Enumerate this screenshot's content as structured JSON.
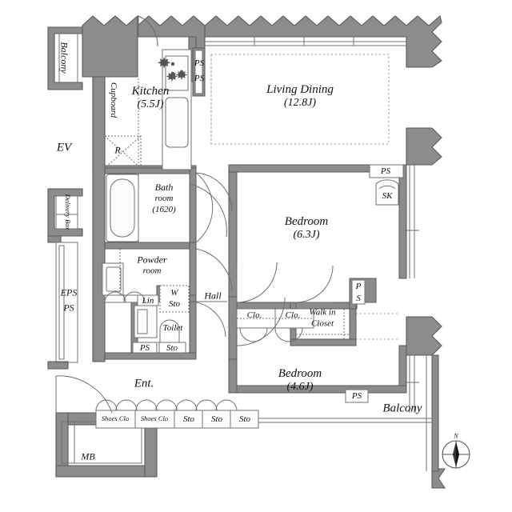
{
  "document": {
    "type": "floor-plan",
    "title": "Apartment Floor Plan",
    "unit_suffix": "J",
    "compass": {
      "label": "N",
      "name": "north-compass"
    }
  },
  "colors": {
    "wall_fill": "#8c8c8c",
    "wall_stroke": "#5a5a5a",
    "thin_line": "#707070",
    "text": "#111111",
    "background": "#ffffff",
    "room_tint": "#fbfbfb"
  },
  "rooms": [
    {
      "key": "living_dining",
      "name": "Living Dining",
      "area": "(12.8J)"
    },
    {
      "key": "kitchen",
      "name": "Kitchen",
      "area": "(5.5J)"
    },
    {
      "key": "bedroom_main",
      "name": "Bedroom",
      "area": "(6.3J)"
    },
    {
      "key": "bedroom_second",
      "name": "Bedroom",
      "area": "(4.6J)"
    },
    {
      "key": "bath_room",
      "name": "Bath",
      "name2": "room",
      "area": "(1620)"
    },
    {
      "key": "powder_room",
      "name": "Powder",
      "name2": "room"
    },
    {
      "key": "walk_in_closet",
      "name": "Walk in",
      "name2": "Closet"
    },
    {
      "key": "hall",
      "name": "Hall"
    },
    {
      "key": "entrance",
      "name": "Ent."
    },
    {
      "key": "toilet",
      "name": "Toilet"
    }
  ],
  "labels": {
    "balcony_top": "Balcony",
    "balcony_bottom": "Balcony",
    "cupboard": "Cupboard",
    "refrigerator": "R",
    "elevator": "EV",
    "delivery_box": "Delivery Box",
    "eps": "EPS",
    "eps_ps": "PS",
    "meter_box": "MB",
    "sink_cabinet": "SK",
    "linen": "Lin",
    "washer_storage_1": "W",
    "washer_storage_2": "Sto",
    "toilet_storage": "Sto",
    "toilet_ps": "PS",
    "closet_1": "Clo.",
    "closet_2": "Clo.",
    "ps_kitchen": "PS",
    "ps_livingdining_right": "PS",
    "ps_wic": "P",
    "ps_wic_2": "S",
    "ps_bedroom_bottom": "PS",
    "shoes_closet_1": "Shoes Clo",
    "shoes_closet_2": "Shoes Clo",
    "storage_1": "Sto",
    "storage_2": "Sto",
    "storage_3": "Sto"
  }
}
